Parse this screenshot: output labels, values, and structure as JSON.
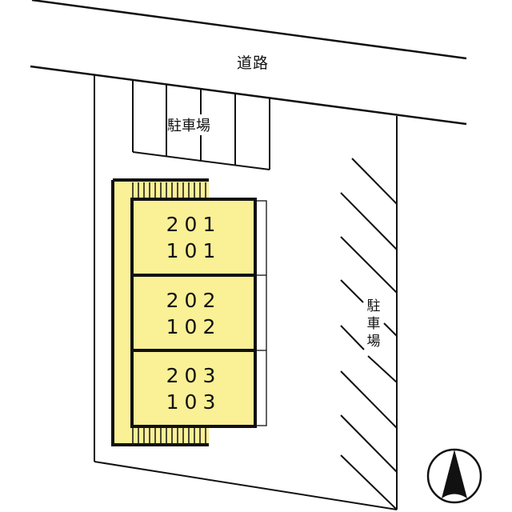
{
  "site_plan": {
    "road_label": "道路",
    "top_parking_label": "駐車場",
    "right_parking_label": "駐車場",
    "units": [
      {
        "upper": "201",
        "lower": "101"
      },
      {
        "upper": "202",
        "lower": "102"
      },
      {
        "upper": "203",
        "lower": "103"
      }
    ],
    "compass": "north-arrow",
    "colors": {
      "building_fill": "#FAF096",
      "lines": "#111111",
      "background": "#FFFFFF"
    }
  }
}
